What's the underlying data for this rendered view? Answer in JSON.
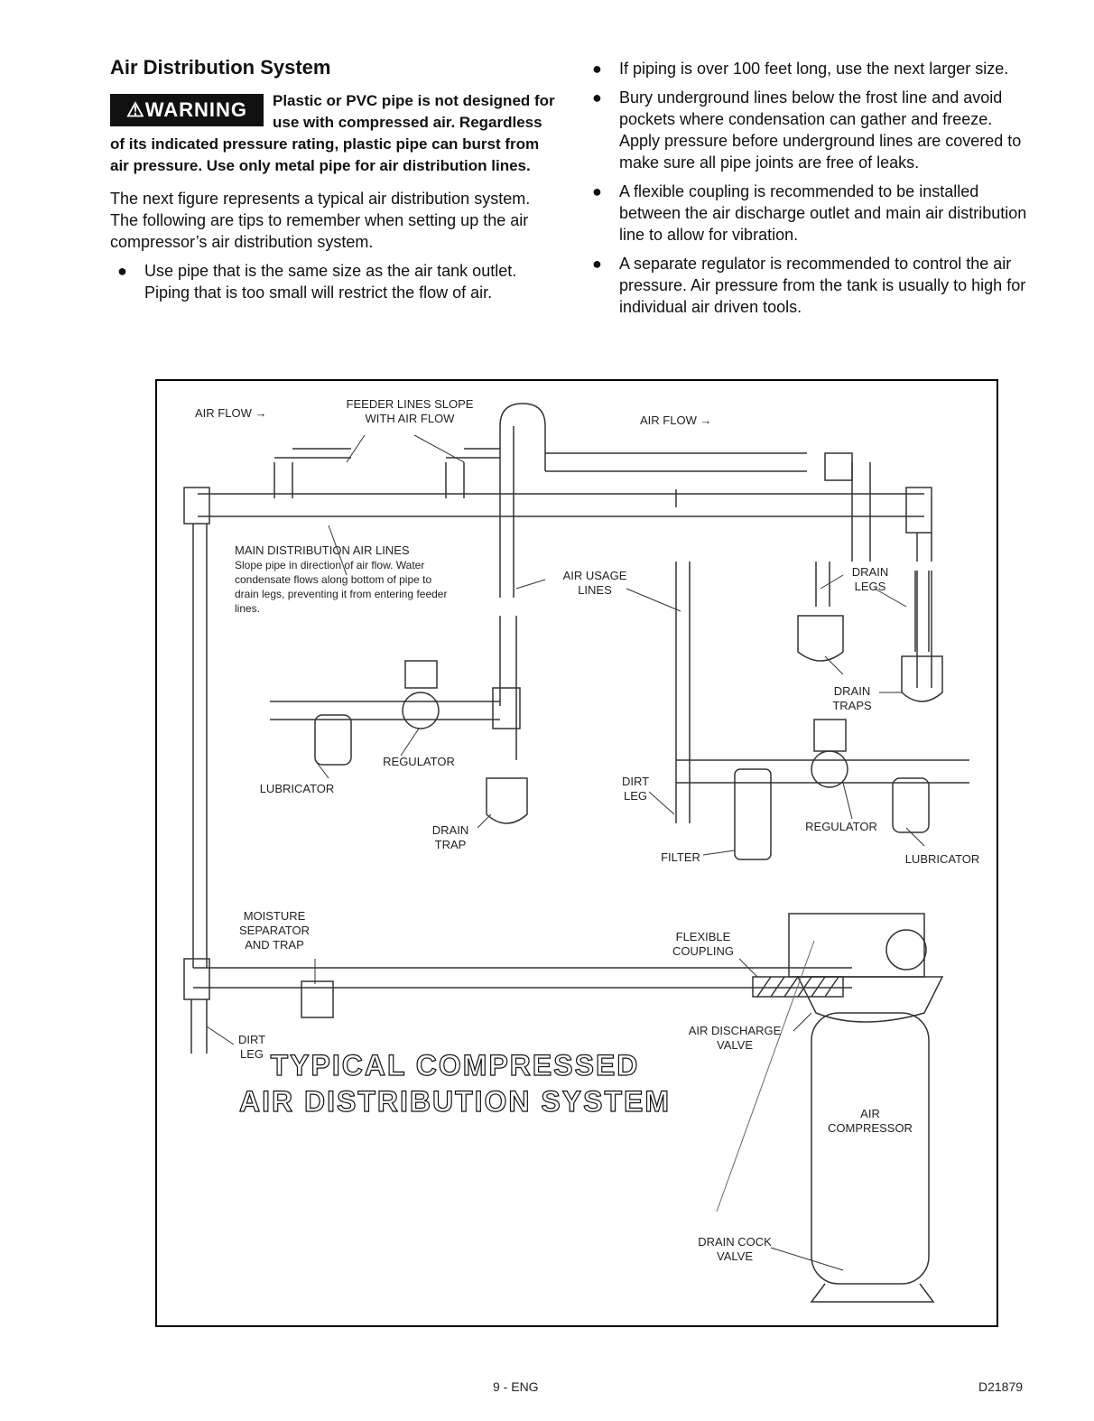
{
  "left": {
    "title": "Air Distribution System",
    "warning_badge": "⚠WARNING",
    "warning_text": "Plastic or PVC pipe is not designed for use with compressed air. Regardless of its indicated pressure rating, plastic pipe can burst from air pressure. Use only metal pipe for air distribution lines.",
    "intro": "The next figure represents a typical air distribution system. The following are tips to remember when setting up the air compressor’s air distribution system.",
    "bullets": [
      "Use pipe that is the same size as the air tank outlet. Piping that is too small will restrict the flow of air."
    ]
  },
  "right": {
    "bullets": [
      "If piping is over 100 feet long, use the next larger size.",
      "Bury underground lines below the frost line and avoid pockets where condensation can gather and freeze. Apply pressure before underground lines are covered to make sure all pipe joints are free of leaks.",
      "A flexible coupling is recommended to be installed between the air discharge outlet and main air distribution line to allow for vibration.",
      "A separate regulator is recommended to control the air pressure. Air pressure from the tank is usually to high for individual air driven tools."
    ]
  },
  "diagram": {
    "labels": {
      "air_flow_1": "AIR FLOW →",
      "feeder_lines": "FEEDER LINES SLOPE\nWITH AIR FLOW",
      "air_flow_2": "AIR FLOW →",
      "main_lines_title": "MAIN DISTRIBUTION AIR LINES",
      "main_lines_desc": "Slope pipe in direction of air flow. Water condensate flows along bottom of pipe to drain legs, preventing it from entering feeder lines.",
      "air_usage": "AIR USAGE\nLINES",
      "drain_legs": "DRAIN\nLEGS",
      "drain_traps": "DRAIN\nTRAPS",
      "regulator_1": "REGULATOR",
      "lubricator_1": "LUBRICATOR",
      "drain_trap": "DRAIN\nTRAP",
      "dirt_leg_1": "DIRT\nLEG",
      "regulator_2": "REGULATOR",
      "filter": "FILTER",
      "lubricator_2": "LUBRICATOR",
      "moisture_sep": "MOISTURE\nSEPARATOR\nAND TRAP",
      "flexible_coupling": "FLEXIBLE\nCOUPLING",
      "air_discharge": "AIR DISCHARGE\nVALVE",
      "dirt_leg_2": "DIRT\nLEG",
      "air_compressor": "AIR\nCOMPRESSOR",
      "drain_cock": "DRAIN COCK\nVALVE"
    },
    "title_line1": "TYPICAL COMPRESSED",
    "title_line2": "AIR DISTRIBUTION SYSTEM"
  },
  "footer": {
    "page": "9 - ENG",
    "code": "D21879"
  }
}
